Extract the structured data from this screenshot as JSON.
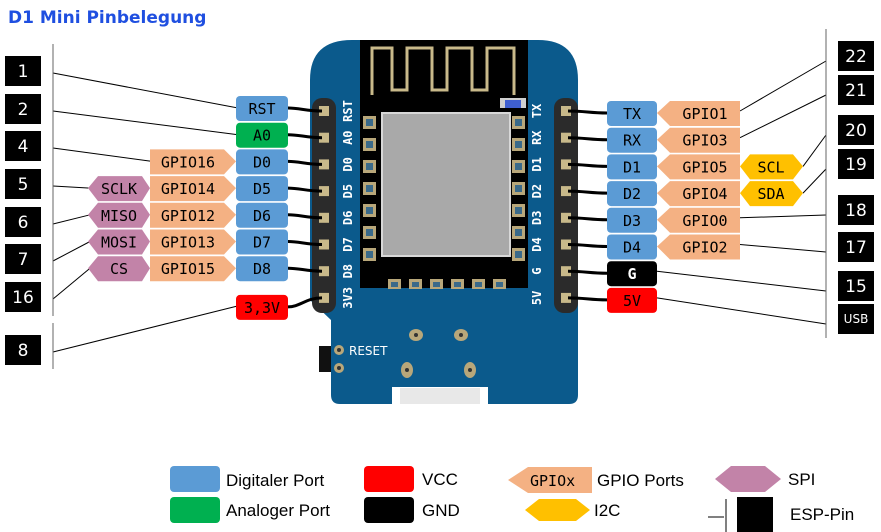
{
  "title": "D1 Mini Pinbelegung",
  "colors": {
    "digital": "#5b9bd5",
    "analog": "#00b050",
    "vcc": "#ff0000",
    "gnd": "#000000",
    "gpio": "#f4b183",
    "i2c": "#ffc000",
    "spi": "#c283a8",
    "board": "#0b5a8c",
    "header": "#2b2b2b",
    "title": "#1f4fe0"
  },
  "left_pins": [
    {
      "esp": "1",
      "pin": "RST",
      "type": "digital",
      "gpio": "",
      "spi": "",
      "silk": "RST"
    },
    {
      "esp": "2",
      "pin": "A0",
      "type": "analog",
      "gpio": "",
      "spi": "",
      "silk": "A0"
    },
    {
      "esp": "4",
      "pin": "D0",
      "type": "digital",
      "gpio": "GPIO16",
      "spi": "",
      "silk": "D0"
    },
    {
      "esp": "5",
      "pin": "D5",
      "type": "digital",
      "gpio": "GPIO14",
      "spi": "SCLK",
      "silk": "D5"
    },
    {
      "esp": "6",
      "pin": "D6",
      "type": "digital",
      "gpio": "GPIO12",
      "spi": "MISO",
      "silk": "D6"
    },
    {
      "esp": "7",
      "pin": "D7",
      "type": "digital",
      "gpio": "GPIO13",
      "spi": "MOSI",
      "silk": "D7"
    },
    {
      "esp": "16",
      "pin": "D8",
      "type": "digital",
      "gpio": "GPIO15",
      "spi": "CS",
      "silk": "D8"
    },
    {
      "esp": "8",
      "pin": "3,3V",
      "type": "vcc",
      "gpio": "",
      "spi": "",
      "silk": "3V3"
    }
  ],
  "right_pins": [
    {
      "esp": "22",
      "pin": "TX",
      "type": "digital",
      "gpio": "GPIO1",
      "i2c": "",
      "silk": "TX"
    },
    {
      "esp": "21",
      "pin": "RX",
      "type": "digital",
      "gpio": "GPIO3",
      "i2c": "",
      "silk": "RX"
    },
    {
      "esp": "20",
      "pin": "D1",
      "type": "digital",
      "gpio": "GPIO5",
      "i2c": "SCL",
      "silk": "D1"
    },
    {
      "esp": "19",
      "pin": "D2",
      "type": "digital",
      "gpio": "GPIO4",
      "i2c": "SDA",
      "silk": "D2"
    },
    {
      "esp": "18",
      "pin": "D3",
      "type": "digital",
      "gpio": "GPIO0",
      "i2c": "",
      "silk": "D3"
    },
    {
      "esp": "17",
      "pin": "D4",
      "type": "digital",
      "gpio": "GPIO2",
      "i2c": "",
      "silk": "D4"
    },
    {
      "esp": "15",
      "pin": "G",
      "type": "gnd",
      "gpio": "",
      "i2c": "",
      "silk": "G"
    },
    {
      "esp": "USB",
      "pin": "5V",
      "type": "vcc",
      "gpio": "",
      "i2c": "",
      "silk": "5V"
    }
  ],
  "board": {
    "reset_label": "RESET"
  },
  "legend": {
    "digital": "Digitaler Port",
    "analog": "Analoger Port",
    "vcc": "VCC",
    "gnd": "GND",
    "gpio_sample": "GPIOx",
    "gpio": "GPIO Ports",
    "i2c": "I2C",
    "spi": "SPI",
    "esp": "ESP-Pin"
  }
}
